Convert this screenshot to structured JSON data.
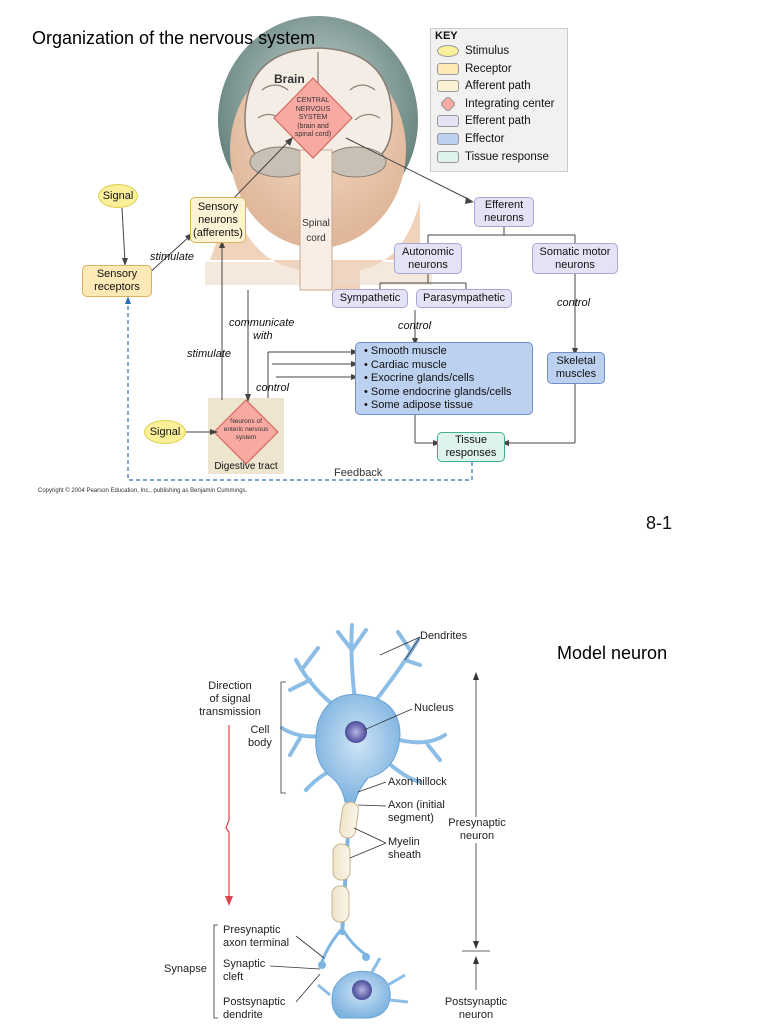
{
  "slide1": {
    "title": "Organization of the nervous system",
    "brain_label": "Brain",
    "cns_lines": [
      "CENTRAL",
      "NERVOUS",
      "SYSTEM",
      "(brain and",
      "spinal cord)"
    ],
    "spinal_cord": [
      "Spinal",
      "cord"
    ],
    "key": {
      "heading": "KEY",
      "items": [
        {
          "label": "Stimulus",
          "color": "#fbf09a"
        },
        {
          "label": "Receptor",
          "color": "#fde9b6"
        },
        {
          "label": "Afferent path",
          "color": "#fdf2d3"
        },
        {
          "label": "Integrating center",
          "color": "#f7a9a2"
        },
        {
          "label": "Efferent path",
          "color": "#e4e3f5"
        },
        {
          "label": "Effector",
          "color": "#bcd0ef"
        },
        {
          "label": "Tissue response",
          "color": "#def3ec"
        }
      ]
    },
    "signal_top": "Signal",
    "sensory_neurons": [
      "Sensory",
      "neurons",
      "(afferents)"
    ],
    "sensory_receptors": [
      "Sensory",
      "receptors"
    ],
    "stimulate1": "stimulate",
    "efferent_neurons": [
      "Efferent",
      "neurons"
    ],
    "autonomic": [
      "Autonomic",
      "neurons"
    ],
    "somatic": [
      "Somatic motor",
      "neurons"
    ],
    "sympathetic": "Sympathetic",
    "parasympathetic": "Parasympathetic",
    "control1": "control",
    "control2": "control",
    "control3": "control",
    "communicate": [
      "communicate",
      "with"
    ],
    "stimulate2": "stimulate",
    "effectors": [
      "• Smooth muscle",
      "• Cardiac muscle",
      "• Exocrine glands/cells",
      "• Some endocrine glands/cells",
      "• Some adipose tissue"
    ],
    "skeletal": [
      "Skeletal",
      "muscles"
    ],
    "signal_bottom": "Signal",
    "enteric": [
      "Neurons of",
      "enteric nervous",
      "system"
    ],
    "digestive": "Digestive tract",
    "tissue_responses": [
      "Tissue",
      "responses"
    ],
    "feedback": "Feedback",
    "copyright": "Copyright © 2004 Pearson Education, Inc., publishing as Benjamin Cummings.",
    "slide_number": "8-1"
  },
  "slide2": {
    "title": "Model neuron",
    "labels": {
      "dendrites": "Dendrites",
      "direction": [
        "Direction",
        "of signal",
        "transmission"
      ],
      "cell_body": [
        "Cell",
        "body"
      ],
      "nucleus": "Nucleus",
      "axon_hillock": "Axon hillock",
      "axon_initial": [
        "Axon (initial",
        "segment)"
      ],
      "myelin": [
        "Myelin",
        "sheath"
      ],
      "presynaptic_neuron": [
        "Presynaptic",
        "neuron"
      ],
      "presynaptic_terminal": [
        "Presynaptic",
        "axon terminal"
      ],
      "synapse": "Synapse",
      "synaptic_cleft": [
        "Synaptic",
        "cleft"
      ],
      "postsynaptic_dendrite": [
        "Postsynaptic",
        "dendrite"
      ],
      "postsynaptic_neuron": [
        "Postsynaptic",
        "neuron"
      ]
    }
  }
}
